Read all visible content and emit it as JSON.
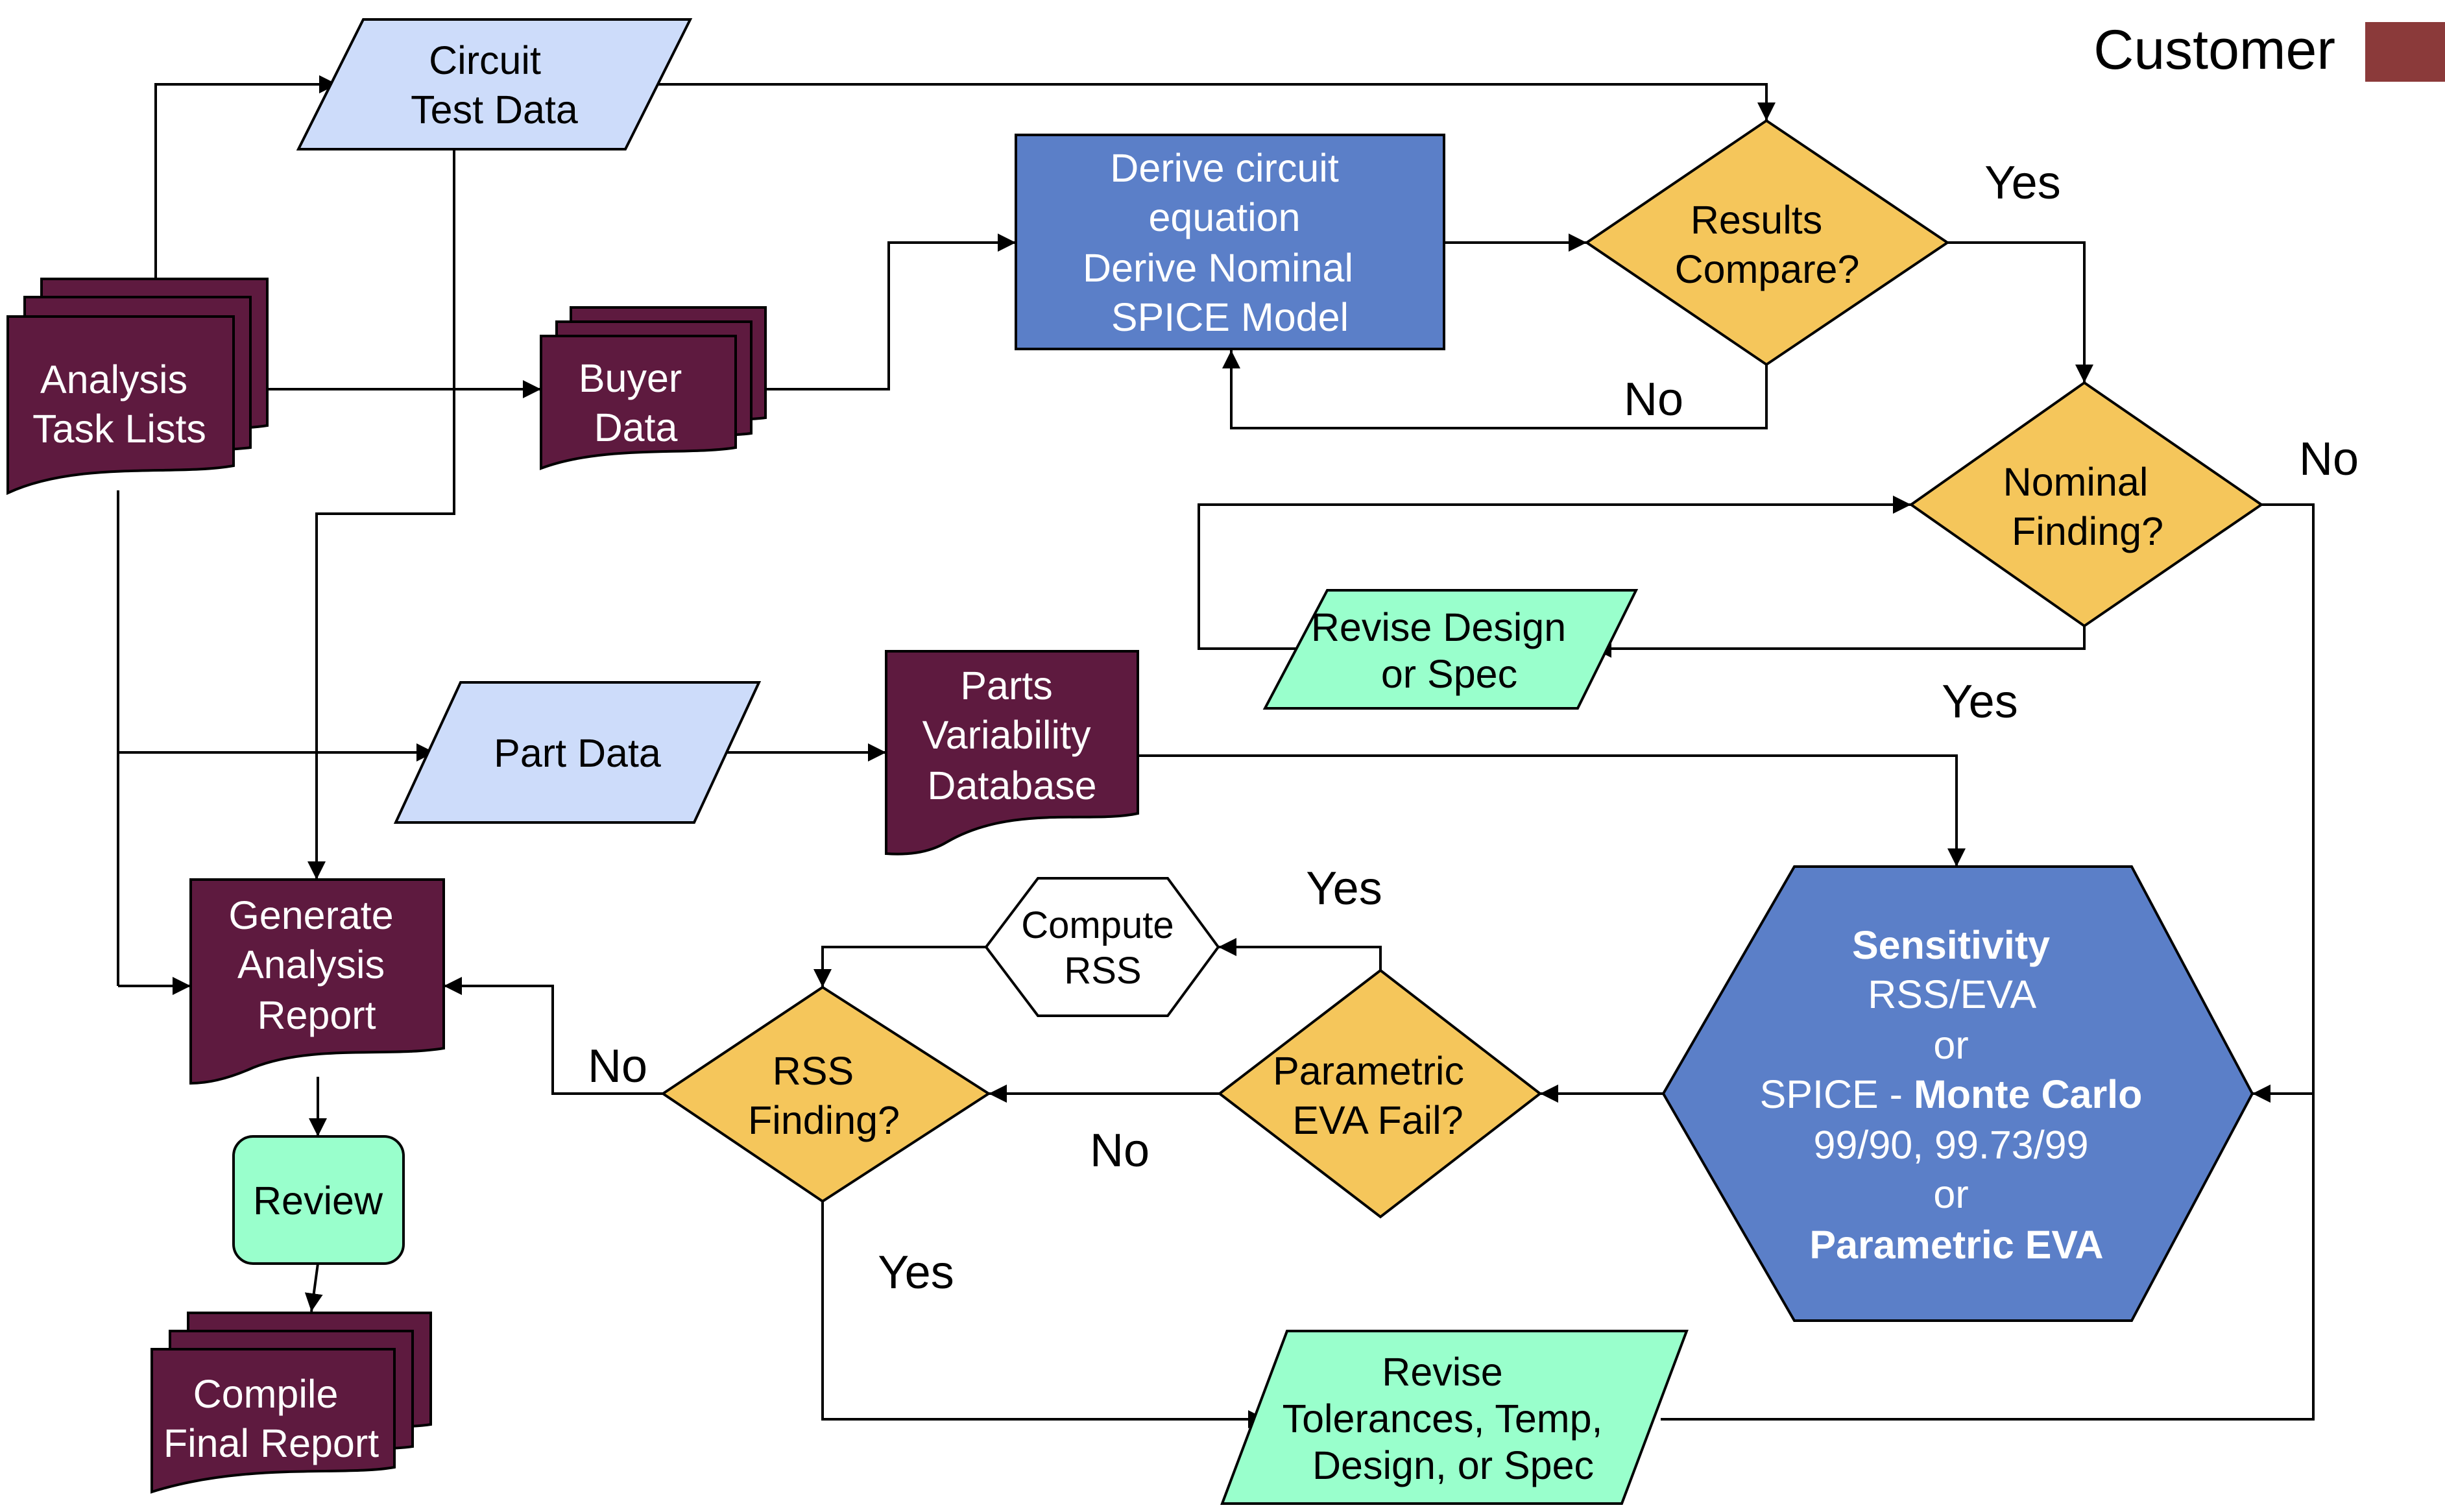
{
  "legend": {
    "label": "Customer",
    "color": "#8B3A3A"
  },
  "colors": {
    "dark_doc": "#5E1A3F",
    "light_blue": "#CDDCFA",
    "process_blue": "#5B7FC8",
    "decision_yellow": "#F5C65B",
    "revise_green": "#99FFCC",
    "white": "#FFFFFF"
  },
  "nodes": {
    "circuit_test_data": [
      "Circuit",
      "Test Data"
    ],
    "analysis_task_lists": [
      "Analysis",
      "Task Lists"
    ],
    "buyer_data": [
      "Buyer",
      "Data"
    ],
    "derive_circuit": [
      "Derive circuit",
      "equation",
      "Derive Nominal",
      "SPICE Model"
    ],
    "results_compare": [
      "Results",
      "Compare?"
    ],
    "nominal_finding": [
      "Nominal",
      "Finding?"
    ],
    "revise_design": [
      "Revise Design",
      "or Spec"
    ],
    "part_data": [
      "Part Data"
    ],
    "parts_variability": [
      "Parts",
      "Variability",
      "Database"
    ],
    "generate_report": [
      "Generate",
      "Analysis",
      "Report"
    ],
    "compute_rss": [
      "Compute",
      "RSS"
    ],
    "rss_finding": [
      "RSS",
      "Finding?"
    ],
    "parametric_eva_fail": [
      "Parametric",
      "EVA Fail?"
    ],
    "sensitivity": {
      "l1": "Sensitivity",
      "l2": "RSS/EVA",
      "l3": "or",
      "l4_a": "SPICE - ",
      "l4_b": "Monte Carlo",
      "l5": "99/90, 99.73/99",
      "l6": "or",
      "l7": "Parametric EVA"
    },
    "review": [
      "Review"
    ],
    "compile_final": [
      "Compile",
      "Final Report"
    ],
    "revise_tolerances": [
      "Revise",
      "Tolerances, Temp,",
      "Design, or Spec"
    ]
  },
  "edge_labels": {
    "results_yes": "Yes",
    "results_no": "No",
    "nominal_no": "No",
    "nominal_yes": "Yes",
    "eva_yes": "Yes",
    "eva_no": "No",
    "rss_no": "No",
    "rss_yes": "Yes"
  }
}
